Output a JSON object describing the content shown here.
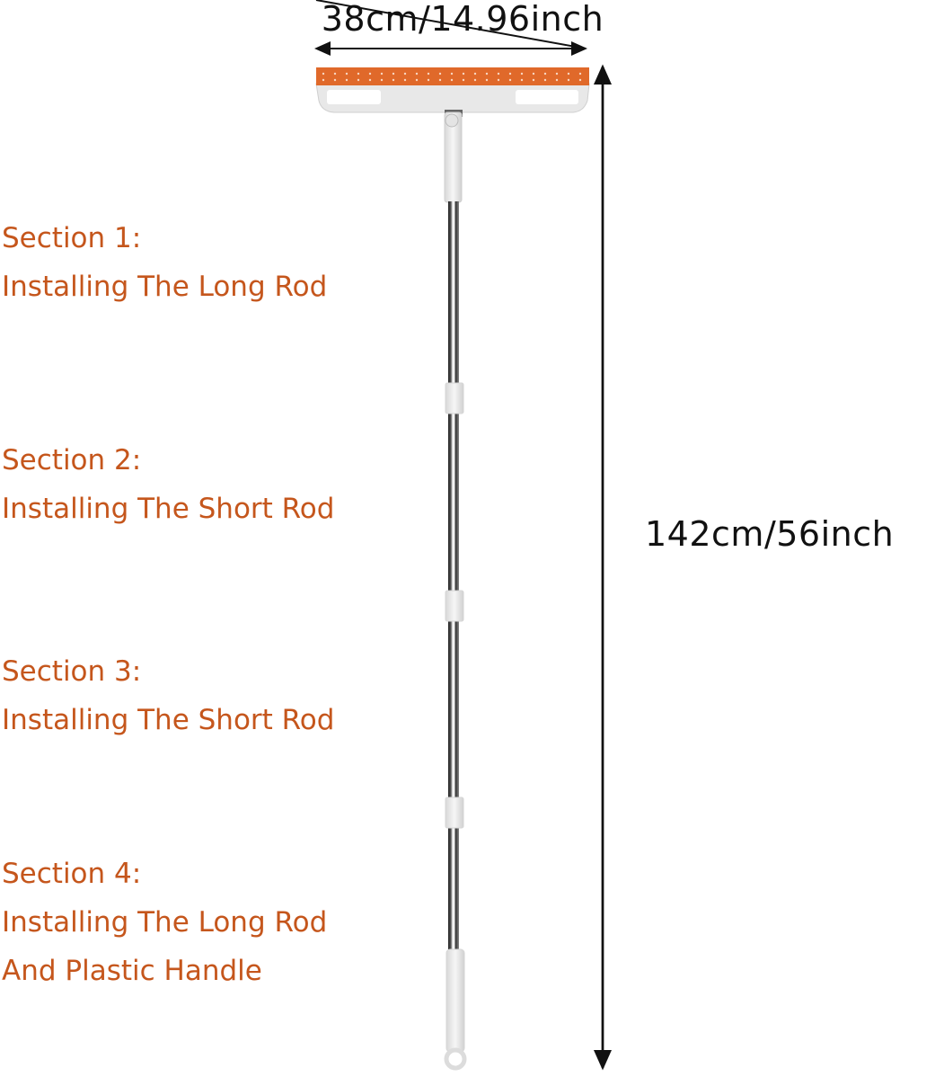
{
  "dimensions": {
    "width_label": "38cm/14.96inch",
    "height_label": "142cm/56inch"
  },
  "sections": [
    {
      "title": "Section 1:",
      "lines": [
        "Installing The Long Rod"
      ]
    },
    {
      "title": "Section 2:",
      "lines": [
        "Installing The Short Rod"
      ]
    },
    {
      "title": "Section 3:",
      "lines": [
        "Installing The Short Rod"
      ]
    },
    {
      "title": "Section 4:",
      "lines": [
        "Installing The Long Rod",
        "And Plastic Handle"
      ]
    }
  ],
  "colors": {
    "section_text": "#c5561c",
    "blade_orange": "#e0692a",
    "dimension_text": "#111111"
  },
  "product": {
    "parts": [
      "squeegee-head",
      "swivel-joint",
      "pole-section-1",
      "pole-section-2",
      "pole-section-3",
      "pole-section-4",
      "plastic-handle",
      "hang-loop"
    ]
  }
}
